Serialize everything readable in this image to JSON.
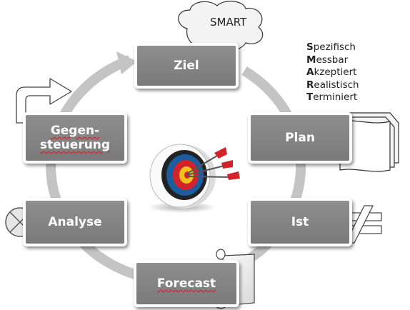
{
  "cycle": {
    "ziel": "Ziel",
    "plan": "Plan",
    "ist": "Ist",
    "forecast": "Forecast",
    "analyse": "Analyse",
    "gegensteuerung_line1": "Gegen-",
    "gegensteuerung_line2": "steuerung"
  },
  "smart": {
    "cloud_text": "SMART",
    "criteria": [
      {
        "initial": "S",
        "rest": "pezifisch"
      },
      {
        "initial": "M",
        "rest": "essbar"
      },
      {
        "initial": "A",
        "rest": "kzeptiert"
      },
      {
        "initial": "R",
        "rest": "ealistisch"
      },
      {
        "initial": "T",
        "rest": "erminiert"
      }
    ]
  },
  "colors": {
    "box_fill": "#838383",
    "cycle_ring": "#c4c4c4",
    "target_red": "#d3232a",
    "target_blue": "#1c5d9e",
    "target_yellow": "#f0c419"
  },
  "icons": [
    "thought-cloud-icon",
    "documents-stack-icon",
    "not-equal-icon",
    "scroll-icon",
    "circle-x-icon",
    "turn-arrow-icon",
    "archery-target-icon"
  ]
}
